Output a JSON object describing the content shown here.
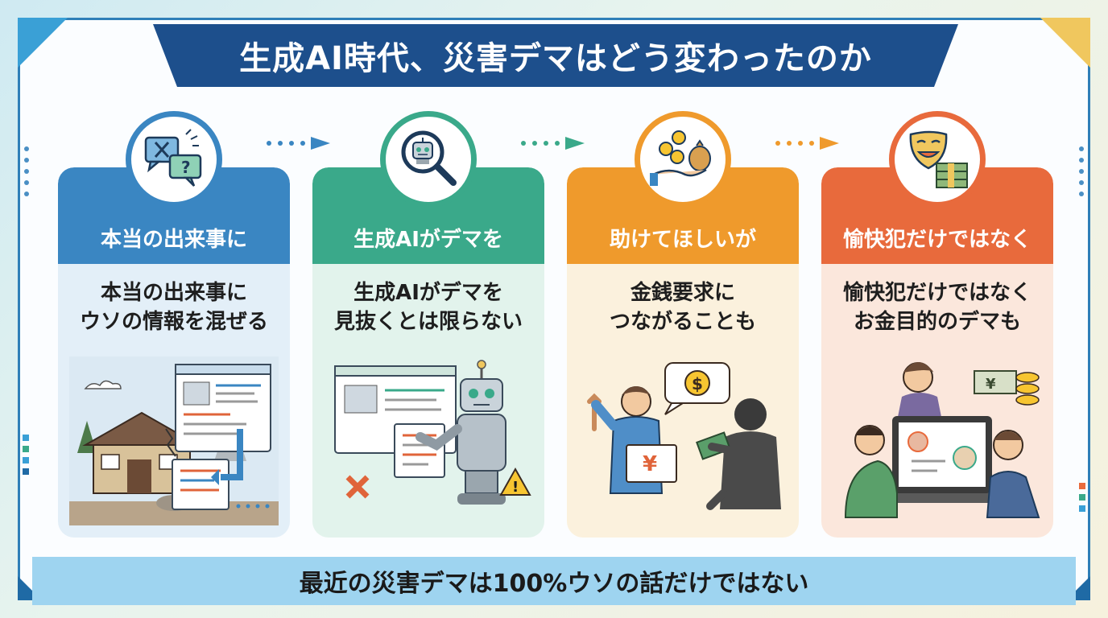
{
  "title": "生成AI時代、災害デマはどう変わったのか",
  "colors": {
    "card1": "#3a86c2",
    "card1_bg": "#e3eff8",
    "card2": "#3aa98a",
    "card2_bg": "#e2f3ec",
    "card3": "#ef9a2c",
    "card3_bg": "#fbf1dd",
    "card4": "#e86a3c",
    "card4_bg": "#fbe7dc",
    "title_bg": "#1d4f8c",
    "footer_bg": "#9ed4f0"
  },
  "cards": [
    {
      "label": "本当の出来事に",
      "desc_line1": "本当の出来事に",
      "desc_line2": "ウソの情報を混ぜる",
      "icon": "chat-bubbles-icon"
    },
    {
      "label": "生成AIがデマを",
      "desc_line1": "生成AIがデマを",
      "desc_line2": "見抜くとは限らない",
      "icon": "robot-magnifier-icon"
    },
    {
      "label": "助けてほしいが",
      "desc_line1": "金銭要求に",
      "desc_line2": "つながることも",
      "icon": "money-hand-icon"
    },
    {
      "label": "愉快犯だけではなく",
      "desc_line1": "愉快犯だけではなく",
      "desc_line2": "お金目的のデマも",
      "icon": "mask-money-icon"
    }
  ],
  "illustrations": {
    "card3_sign": "¥",
    "card3_bubble": "$",
    "card4_bill": "¥"
  },
  "footer": "最近の災害デマは100%ウソの話だけではない"
}
